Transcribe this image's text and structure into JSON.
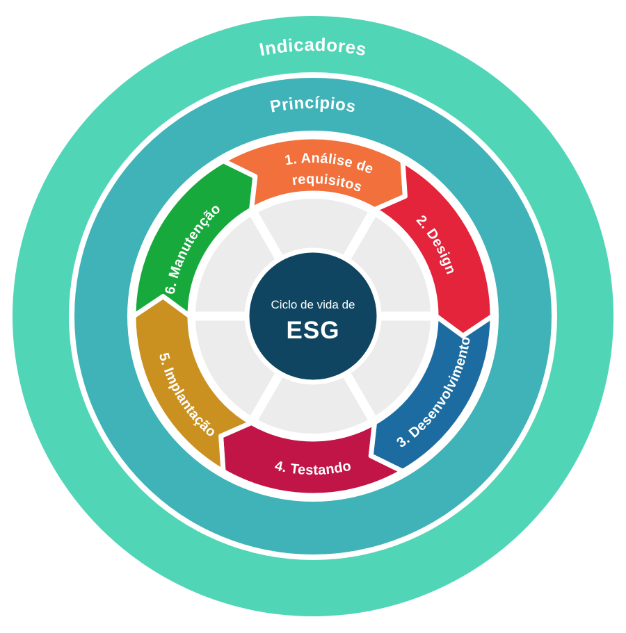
{
  "palette": {
    "outer_ring": "#50D5B7",
    "middle_ring": "#3FB3B8",
    "gap": "#FFFFFF",
    "inner_track": "#ECECEC",
    "center_circle": "#0F4561",
    "text_on_color": "#FFFFFF"
  },
  "rings": {
    "outer_label": "Indicadores",
    "middle_label": "Princípios"
  },
  "center": {
    "line1": "Ciclo de vida de",
    "line2": "ESG"
  },
  "wheel": {
    "direction": "clockwise",
    "segments": [
      {
        "number": 1,
        "label": "1. Análise de requisitos",
        "color": "#F2703B",
        "start_angle": -30,
        "end_angle": 30,
        "text_angle": 6,
        "text_dir": "cw",
        "lines": [
          {
            "text": "1. Análise de",
            "radius": 221
          },
          {
            "text": "requisitos",
            "radius": 191
          }
        ]
      },
      {
        "number": 2,
        "label": "2. Design",
        "color": "#E3243A",
        "start_angle": 30,
        "end_angle": 90,
        "text_angle": 60,
        "text_dir": "cw",
        "lines": [
          {
            "text": "2. Design",
            "radius": 202
          }
        ]
      },
      {
        "number": 3,
        "label": "3. Desenvolvimento",
        "color": "#1C6CA1",
        "start_angle": 90,
        "end_angle": 150,
        "text_angle": 122,
        "text_dir": "ccw",
        "lines": [
          {
            "text": "3. Desenvolvimento",
            "radius": 228
          }
        ]
      },
      {
        "number": 4,
        "label": "4. Testando",
        "color": "#C01546",
        "start_angle": 150,
        "end_angle": 210,
        "text_angle": 180,
        "text_dir": "ccw",
        "lines": [
          {
            "text": "4. Testando",
            "radius": 228
          }
        ]
      },
      {
        "number": 5,
        "label": "5. Implantação",
        "color": "#CA9120",
        "start_angle": 210,
        "end_angle": 270,
        "text_angle": 238,
        "text_dir": "ccw",
        "lines": [
          {
            "text": "5. Implantação",
            "radius": 228
          }
        ]
      },
      {
        "number": 6,
        "label": "6. Manutenção",
        "color": "#18A93C",
        "start_angle": 270,
        "end_angle": 330,
        "text_angle": 299,
        "text_dir": "cw",
        "lines": [
          {
            "text": "6. Manutenção",
            "radius": 202
          }
        ]
      }
    ]
  }
}
